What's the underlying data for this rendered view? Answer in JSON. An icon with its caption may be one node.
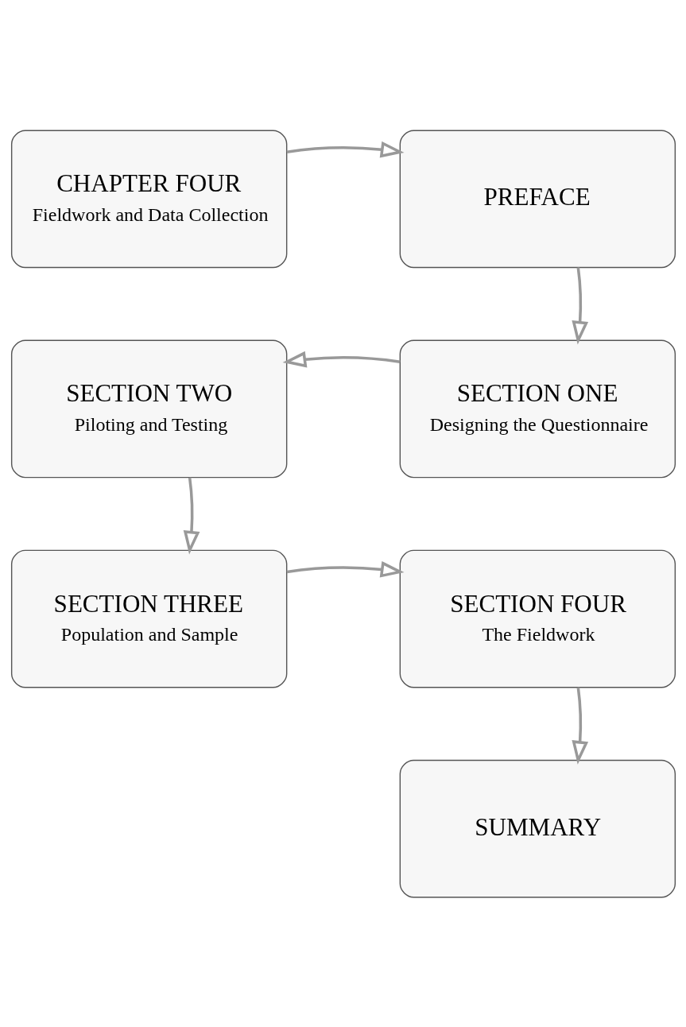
{
  "diagram": {
    "nodes": [
      {
        "text": [
          "CHAPTER FOUR",
          "Fieldwork and Data Collection"
        ]
      },
      {
        "text": [
          "PREFACE"
        ]
      },
      {
        "text": [
          "SECTION TWO",
          "Piloting and Testing"
        ]
      },
      {
        "text": [
          "SECTION ONE",
          "Designing the Questionnaire"
        ]
      },
      {
        "text": [
          "SECTION THREE",
          "Population and Sample"
        ]
      },
      {
        "text": [
          "SECTION FOUR",
          "The Fieldwork"
        ]
      },
      {
        "text": [
          "SUMMARY"
        ]
      }
    ],
    "edges": [
      {
        "from": 0,
        "to": 1,
        "arrow": "to"
      },
      {
        "from": 1,
        "to": 3,
        "arrow": "to"
      },
      {
        "from": 3,
        "to": 2,
        "arrow": "to"
      },
      {
        "from": 2,
        "to": 4,
        "arrow": "to"
      },
      {
        "from": 4,
        "to": 5,
        "arrow": "to"
      },
      {
        "from": 5,
        "to": 6,
        "arrow": "to"
      }
    ]
  }
}
